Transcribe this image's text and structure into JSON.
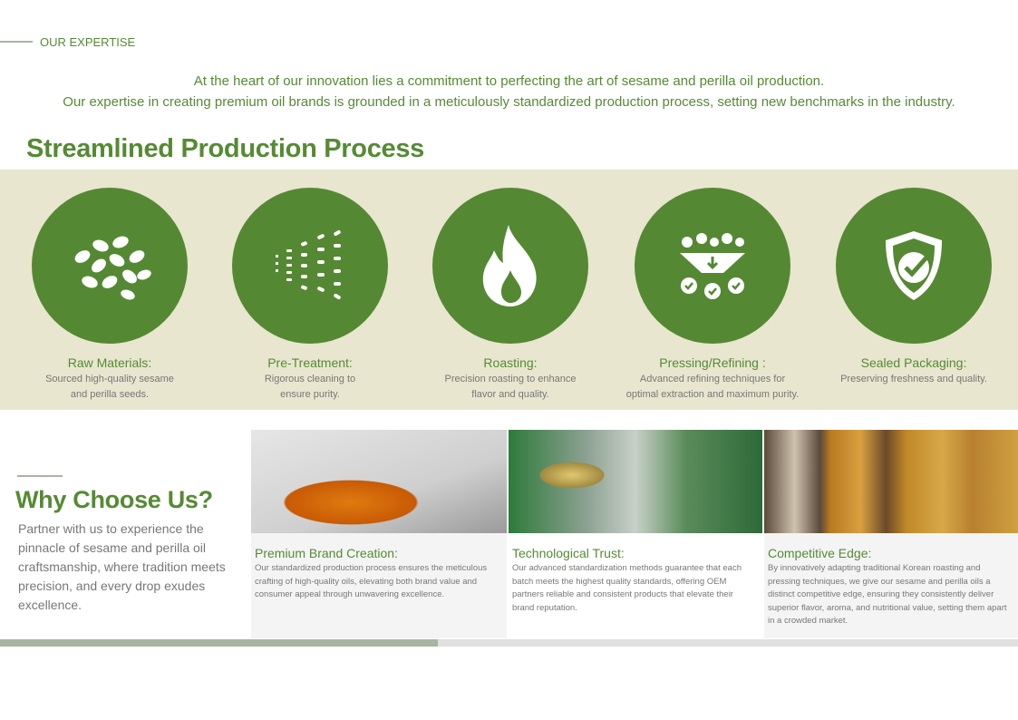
{
  "eyebrow": "OUR EXPERTISE",
  "intro": {
    "line1": "At the heart of our innovation lies a commitment to perfecting the art of sesame and perilla oil production.",
    "line2": "Our expertise in creating premium oil brands is grounded in a meticulously standardized production process, setting new benchmarks in the industry."
  },
  "process_title": "Streamlined Production Process",
  "steps": [
    {
      "icon": "seeds-icon",
      "title": "Raw Materials:",
      "desc1": "Sourced high-quality sesame",
      "desc2": "and perilla seeds."
    },
    {
      "icon": "spray-icon",
      "title": "Pre-Treatment:",
      "desc1": "Rigorous cleaning to",
      "desc2": "ensure purity."
    },
    {
      "icon": "flame-icon",
      "title": "Roasting:",
      "desc1": "Precision roasting to enhance",
      "desc2": "flavor and quality."
    },
    {
      "icon": "filter-funnel-icon",
      "title": "Pressing/Refining :",
      "desc1": "Advanced refining techniques for",
      "desc2": "optimal extraction and maximum purity."
    },
    {
      "icon": "shield-check-icon",
      "title": "Sealed Packaging:",
      "desc1": "Preserving freshness and quality.",
      "desc2": ""
    }
  ],
  "why": {
    "title": "Why Choose Us?",
    "text": "Partner with us to experience the pinnacle of sesame and perilla oil craftsmanship, where tradition meets precision, and every drop exudes excellence."
  },
  "cards": [
    {
      "title": "Premium Brand Creation:",
      "text": "Our standardized production process ensures the meticulous crafting of high-quality oils, elevating both brand value and consumer appeal through unwavering excellence."
    },
    {
      "title": "Technological Trust:",
      "text": "Our advanced standardization methods guarantee that each batch meets the highest quality standards, offering OEM partners reliable and consistent products that elevate their brand reputation."
    },
    {
      "title": "Competitive Edge:",
      "text": "By innovatively adapting traditional Korean roasting and pressing techniques, we give our sesame and perilla oils a distinct competitive edge, ensuring they consistently deliver superior flavor, aroma, and nutritional value, setting them apart in a crowded market."
    }
  ],
  "colors": {
    "accent": "#558b33",
    "band": "#e8e6cf"
  }
}
